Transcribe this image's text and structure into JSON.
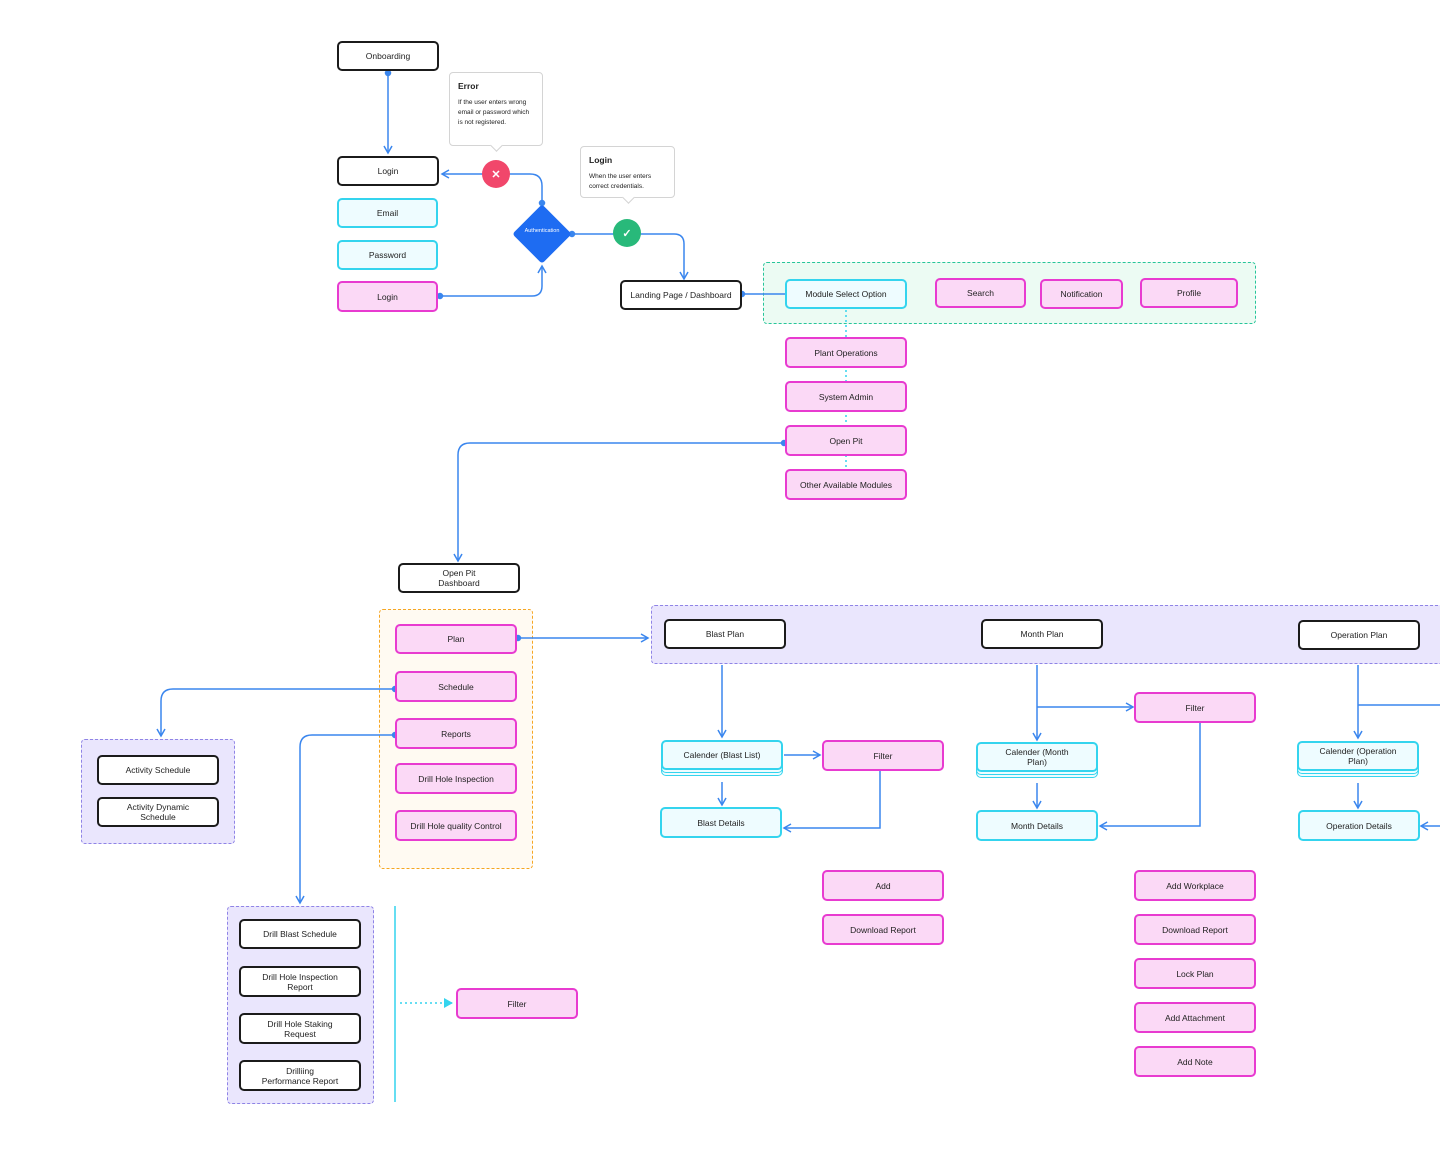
{
  "colors": {
    "arrow": "#3a86ee",
    "dotted_connector": "#34d4ee",
    "node_default_border": "#1b1b1b",
    "node_input_border": "#34d4ee",
    "node_action_border": "#e83bd0",
    "node_action_fill": "#fbd9f6",
    "error_badge": "#f1476b",
    "success_badge": "#28b97a",
    "decision": "#1e6cf2"
  },
  "auth_flow": {
    "onboarding": "Onboarding",
    "login_header": "Login",
    "email": "Email",
    "password": "Password",
    "login_button": "Login",
    "decision": "Authentication",
    "error_callout": {
      "title": "Error",
      "body": "If the user enters wrong email or password which is not registered.",
      "icon": "close-icon"
    },
    "success_callout": {
      "title": "Login",
      "body": "When the user enters correct credentials.",
      "icon": "check-icon"
    },
    "landing": "Landing Page / Dashboard"
  },
  "top_bar": {
    "module_select": "Module Select Option",
    "search": "Search",
    "notification": "Notification",
    "profile": "Profile"
  },
  "modules": {
    "plant_operations": "Plant Operations",
    "system_admin": "System Admin",
    "open_pit": "Open Pit",
    "other": "Other Available Modules"
  },
  "open_pit": {
    "dashboard": "Open Pit Dashboard",
    "plan": "Plan",
    "schedule": "Schedule",
    "reports": "Reports",
    "drill_hole_inspection": "Drill Hole Inspection",
    "drill_hole_quality": "Drill Hole quality Control"
  },
  "schedule_group": {
    "activity_schedule": "Activity Schedule",
    "activity_dynamic_schedule": "Activity Dynamic Schedule"
  },
  "reports_group": {
    "items": [
      "Drill Blast Schedule",
      "Drill Hole Inspection Report",
      "Drill Hole Staking Request",
      "Drilliing Performance Report"
    ],
    "filter": "Filter"
  },
  "plans": {
    "blast_plan": "Blast Plan",
    "month_plan": "Month Plan",
    "operation_plan": "Operation Plan"
  },
  "blast": {
    "calendar": "Calender (Blast List)",
    "filter": "Filter",
    "details": "Blast Details",
    "add": "Add",
    "download": "Download Report"
  },
  "month": {
    "calendar": "Calender (Month Plan)",
    "filter": "Filter",
    "details": "Month Details",
    "actions": [
      "Add Workplace",
      "Download Report",
      "Lock Plan",
      "Add Attachment",
      "Add Note"
    ]
  },
  "operation": {
    "calendar": "Calender (Operation Plan)",
    "details": "Operation Details"
  }
}
